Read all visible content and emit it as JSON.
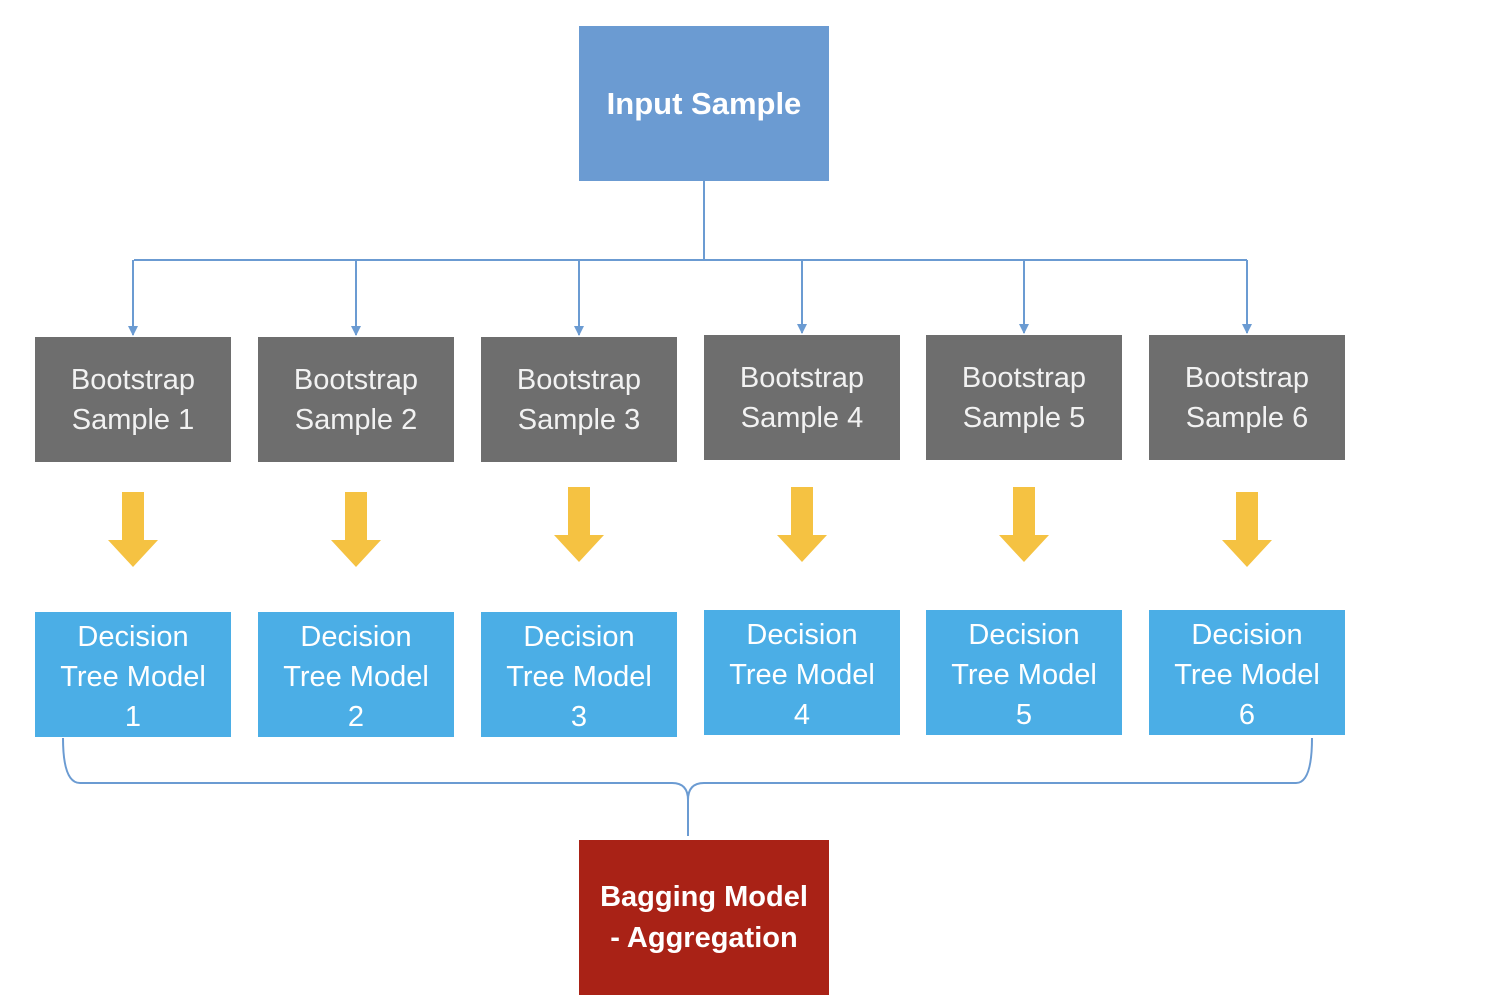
{
  "diagram": {
    "top_node": {
      "label": "Input Sample",
      "color": "#6b9bd2"
    },
    "columns": [
      {
        "bootstrap": [
          "Bootstrap",
          "Sample 1"
        ],
        "tree": [
          "Decision",
          "Tree Model",
          "1"
        ]
      },
      {
        "bootstrap": [
          "Bootstrap",
          "Sample 2"
        ],
        "tree": [
          "Decision",
          "Tree Model",
          "2"
        ]
      },
      {
        "bootstrap": [
          "Bootstrap",
          "Sample 3"
        ],
        "tree": [
          "Decision",
          "Tree Model",
          "3"
        ]
      },
      {
        "bootstrap": [
          "Bootstrap",
          "Sample 4"
        ],
        "tree": [
          "Decision",
          "Tree Model",
          "4"
        ]
      },
      {
        "bootstrap": [
          "Bootstrap",
          "Sample 5"
        ],
        "tree": [
          "Decision",
          "Tree Model",
          "5"
        ]
      },
      {
        "bootstrap": [
          "Bootstrap",
          "Sample 6"
        ],
        "tree": [
          "Decision",
          "Tree Model",
          "6"
        ]
      }
    ],
    "bottom_node": {
      "lines": [
        "Bagging Model",
        "- Aggregation"
      ],
      "color": "#a92216"
    },
    "colors": {
      "bootstrap_fill": "#6e6e6e",
      "tree_fill": "#4baee6",
      "connector": "#6b9bd2",
      "arrow": "#f5c242"
    }
  }
}
